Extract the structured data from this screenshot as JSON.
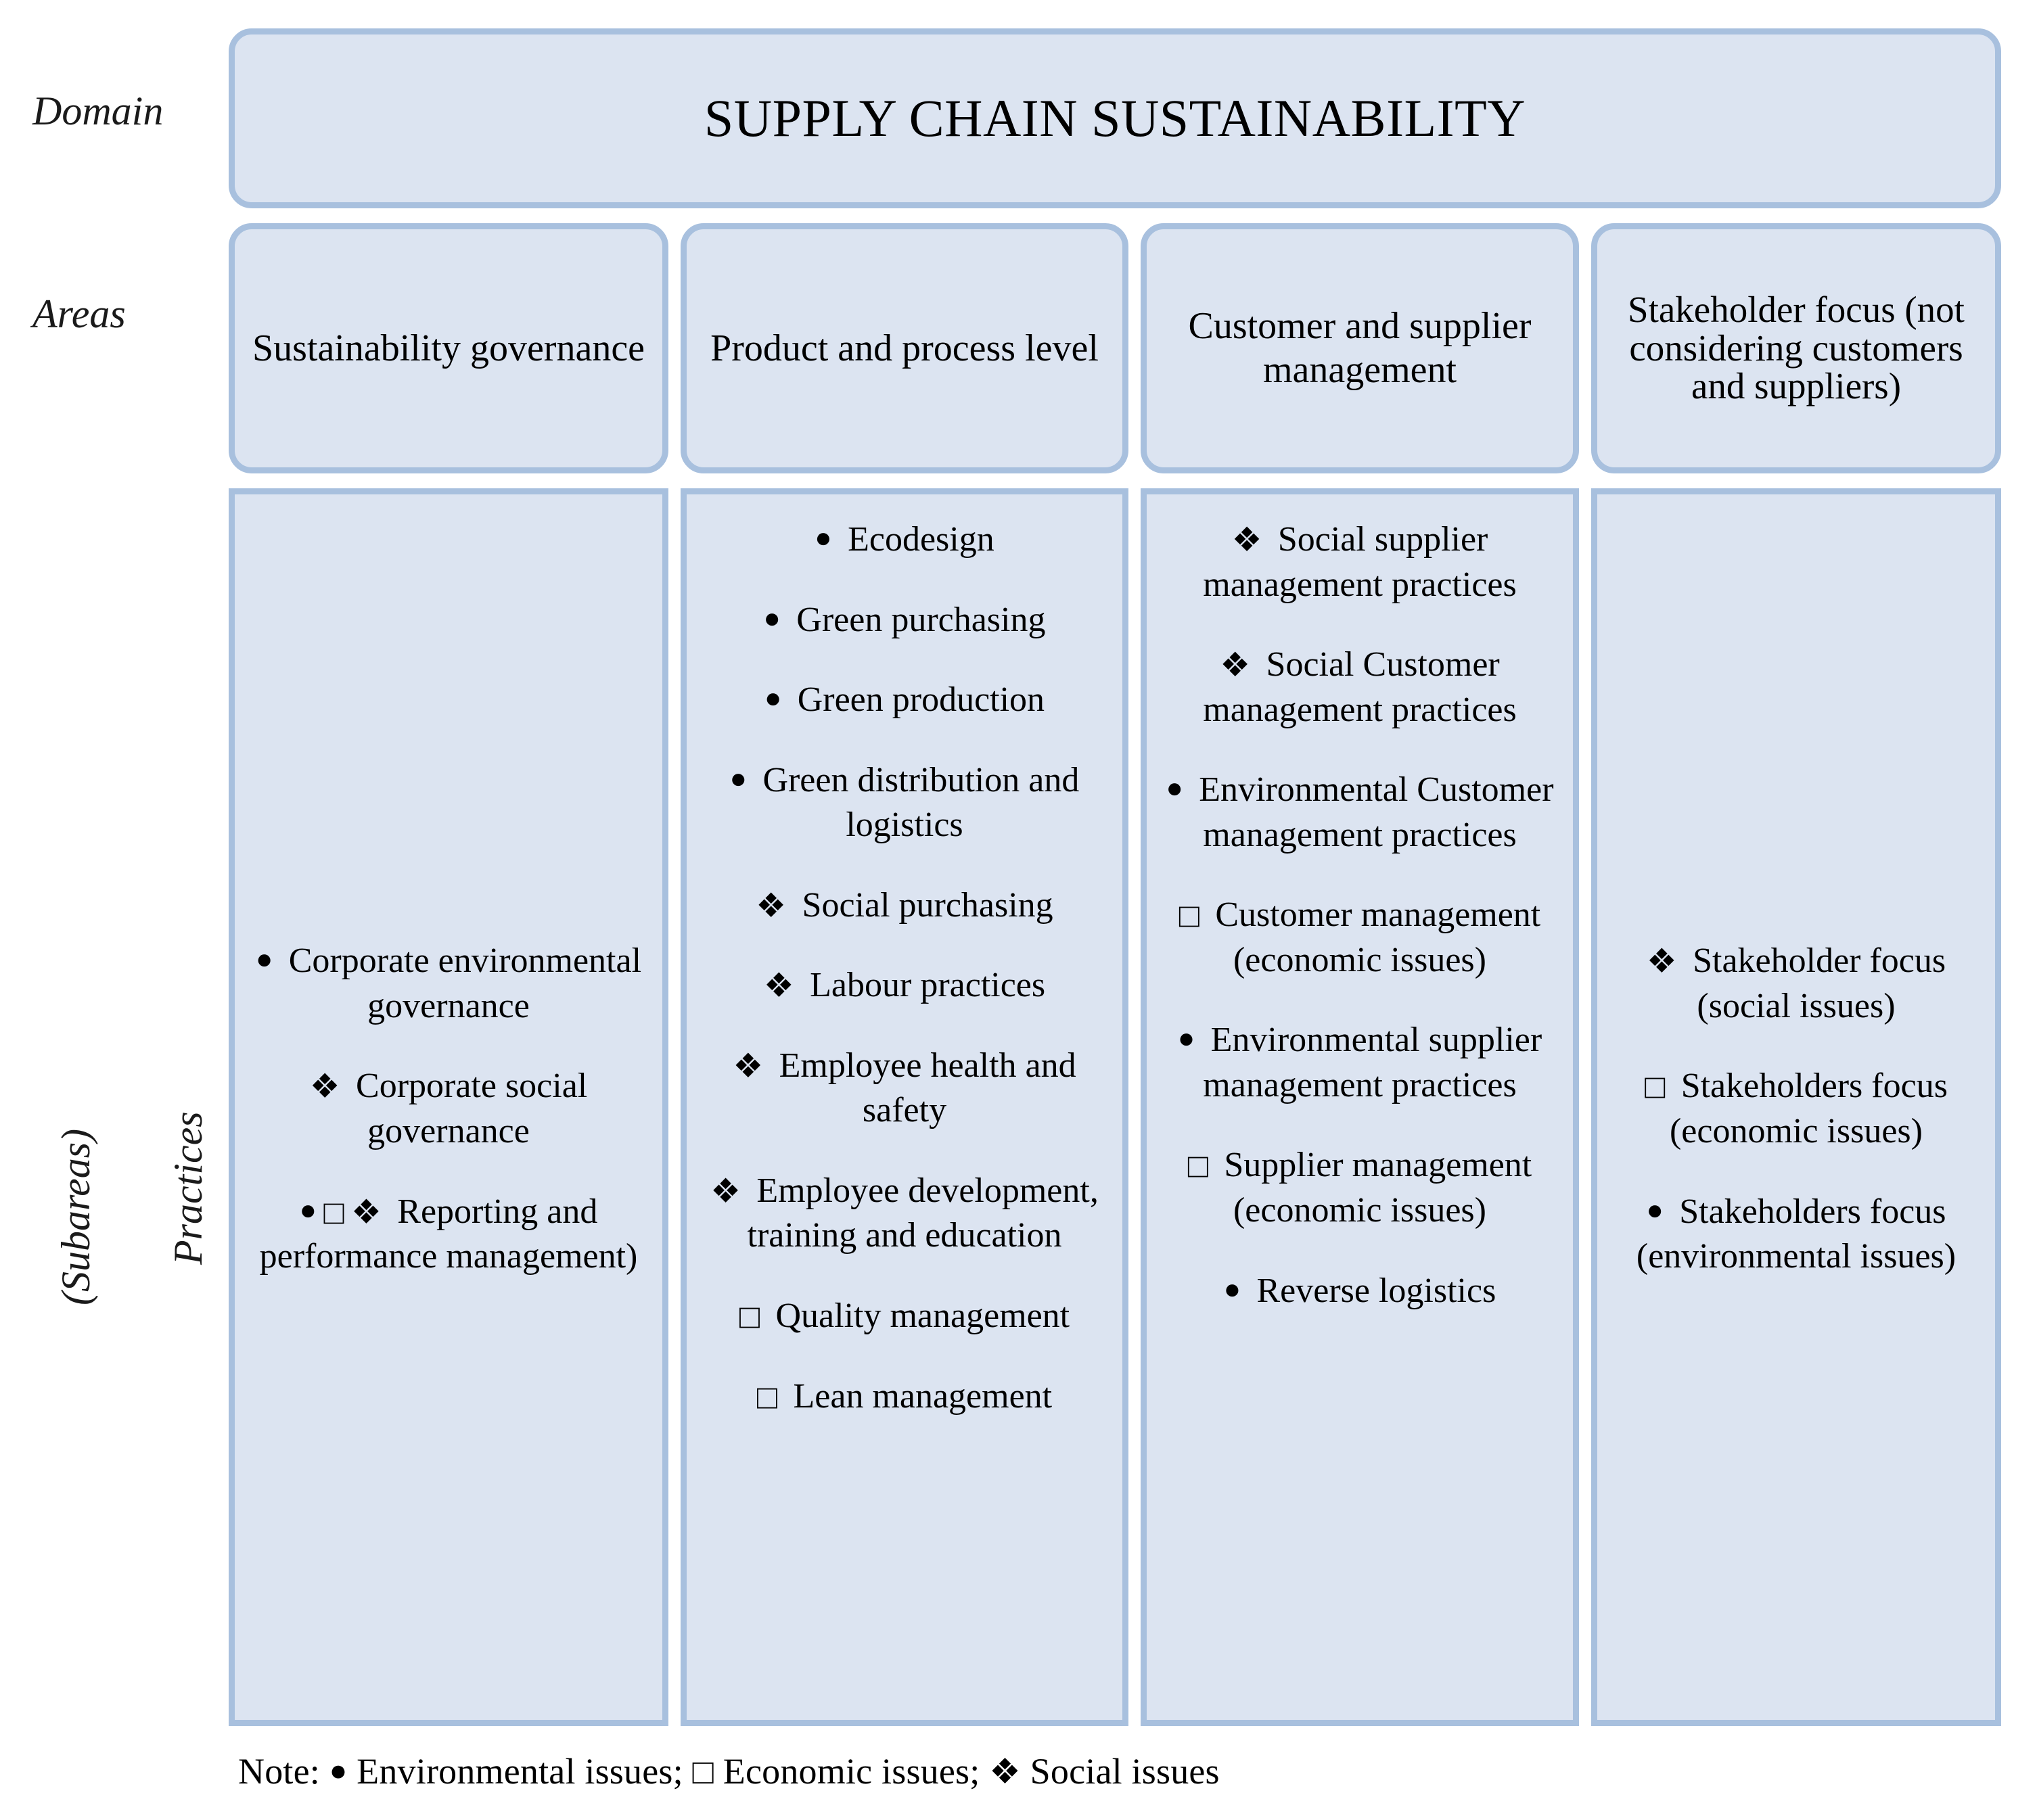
{
  "row_labels": {
    "domain": "Domain",
    "areas": "Areas",
    "subareas": "(Subareas)",
    "practices": "Practices"
  },
  "domain": {
    "title": "SUPPLY CHAIN SUSTAINABILITY"
  },
  "colors": {
    "box_fill": "#dce4f1",
    "box_border": "#a8c0de",
    "text": "#000000",
    "page_background": "#ffffff"
  },
  "legend": {
    "note_prefix": "Note:",
    "environmental_marker": "●",
    "environmental_label": "Environmental issues;",
    "economic_marker": "□",
    "economic_label": "Economic issues;",
    "social_marker": "❖",
    "social_label": "Social issues",
    "full_text": "Note: ● Environmental issues; □ Economic issues; ❖ Social issues"
  },
  "areas": [
    {
      "id": "sustainability-governance",
      "title": "Sustainability governance",
      "practices": [
        {
          "markers": "●",
          "text": "Corporate environmental governance"
        },
        {
          "markers": "❖",
          "text": "Corporate social governance"
        },
        {
          "markers": "● □ ❖",
          "text": "Reporting and performance management)"
        }
      ]
    },
    {
      "id": "product-and-process-level",
      "title": "Product and process level",
      "practices": [
        {
          "markers": "●",
          "text": "Ecodesign"
        },
        {
          "markers": "●",
          "text": "Green  purchasing"
        },
        {
          "markers": "●",
          "text": "Green  production"
        },
        {
          "markers": "●",
          "text": "Green  distribution and logistics"
        },
        {
          "markers": "❖",
          "text": "Social purchasing"
        },
        {
          "markers": "❖",
          "text": "Labour practices"
        },
        {
          "markers": "❖",
          "text": "Employee health and safety"
        },
        {
          "markers": "❖",
          "text": "Employee development, training and education"
        },
        {
          "markers": "□",
          "text": "Quality management"
        },
        {
          "markers": "□",
          "text": "Lean management"
        }
      ]
    },
    {
      "id": "customer-and-supplier-management",
      "title": "Customer and supplier management",
      "practices": [
        {
          "markers": "❖",
          "text": "Social supplier management practices"
        },
        {
          "markers": "❖",
          "text": "Social Customer management practices"
        },
        {
          "markers": "●",
          "text": "Environmental Customer management practices"
        },
        {
          "markers": "□",
          "text": "Customer management (economic issues)"
        },
        {
          "markers": "●",
          "text": "Environmental supplier management practices"
        },
        {
          "markers": "□",
          "text": "Supplier management (economic issues)"
        },
        {
          "markers": "●",
          "text": "Reverse  logistics"
        }
      ]
    },
    {
      "id": "stakeholder-focus",
      "title": "Stakeholder focus (not considering customers and suppliers)",
      "practices": [
        {
          "markers": "❖",
          "text": "Stakeholder focus (social issues)"
        },
        {
          "markers": "□",
          "text": "Stakeholders focus (economic issues)"
        },
        {
          "markers": "●",
          "text": "Stakeholders  focus (environmental issues)"
        }
      ]
    }
  ]
}
